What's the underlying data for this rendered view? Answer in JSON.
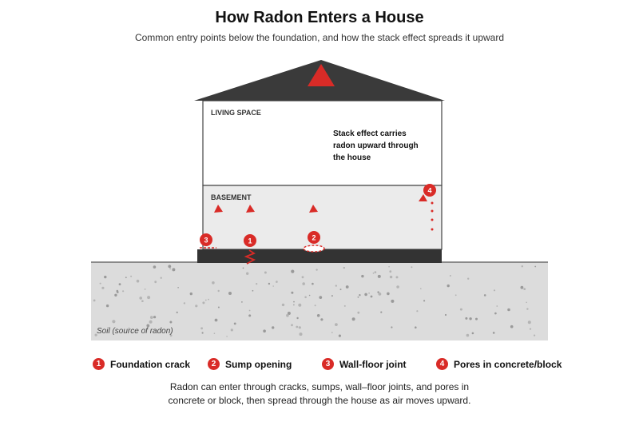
{
  "title": "How Radon Enters a House",
  "subtitle": "Common entry points below the foundation, and how the stack effect spreads it upward",
  "rooms": {
    "living": "LIVING SPACE",
    "basement": "BASEMENT"
  },
  "stack_effect_lines": [
    "Stack effect carries",
    "radon upward through",
    "the house"
  ],
  "soil_label": "Soil (source of radon)",
  "markers": [
    "1",
    "2",
    "3",
    "4"
  ],
  "legend": [
    {
      "num": "1",
      "label": "Foundation crack"
    },
    {
      "num": "2",
      "label": "Sump opening"
    },
    {
      "num": "3",
      "label": "Wall-floor joint"
    },
    {
      "num": "4",
      "label": "Pores in concrete/block"
    }
  ],
  "footer": "Radon can enter through cracks, sumps, wall–floor joints, and pores in concrete or block, then spread through the house as air moves upward.",
  "colors": {
    "accent": "#d92b27",
    "roof": "#3a3a3a",
    "slab": "#333333",
    "soil": "#dcdcdc",
    "basement": "#ebebeb"
  },
  "icons": [
    "up-arrow-icon",
    "crack-zigzag-icon",
    "sump-ellipse-icon"
  ]
}
